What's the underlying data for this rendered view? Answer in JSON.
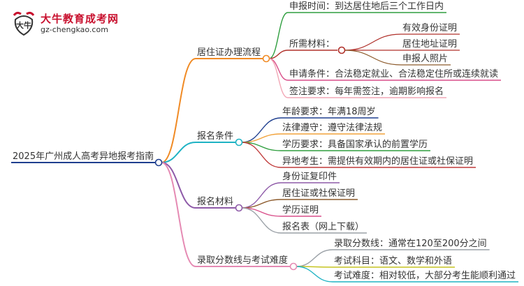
{
  "logo": {
    "title": "大牛教育成考网",
    "url": "gz-chengkao.com",
    "mark_text": "大牛",
    "brand_color": "#c8102e"
  },
  "root": {
    "label": "2025年广州成人高考异地报考指南",
    "color": "#1f3f8f"
  },
  "branches": [
    {
      "label": "居住证办理流程",
      "color": "#f08a24",
      "children": [
        {
          "label": "申报时间：到达居住地后三个工作日内",
          "color": "#2e9e3e"
        },
        {
          "label": "所需材料：",
          "color": "#b0302a",
          "children": [
            {
              "label": "有效身份证明",
              "color": "#b0302a"
            },
            {
              "label": "居住地址证明",
              "color": "#b0302a"
            },
            {
              "label": "申报人照片",
              "color": "#8c5a2b"
            }
          ]
        },
        {
          "label": "申请条件：合法稳定就业、合法稳定住所或连续就读",
          "color": "#d94f8a"
        },
        {
          "label": "签注要求：每年需签注，逾期影响报名",
          "color": "#f2a7b5"
        }
      ]
    },
    {
      "label": "报名条件",
      "color": "#1fb3c4",
      "children": [
        {
          "label": "年龄要求：年满18周岁",
          "color": "#1f3f8f"
        },
        {
          "label": "法律遵守：遵守法律法规",
          "color": "#f2a23a"
        },
        {
          "label": "学历要求：具备国家承认的前置学历",
          "color": "#2e9e3e"
        },
        {
          "label": "异地考生：需提供有效期内的居住证或社保证明",
          "color": "#c03a3a"
        }
      ]
    },
    {
      "label": "报名材料",
      "color": "#8e5aa8",
      "children": [
        {
          "label": "身份证复印件",
          "color": "#8e5aa8"
        },
        {
          "label": "居住证或社保证明",
          "color": "#8c5a2b"
        },
        {
          "label": "学历证明",
          "color": "#d94f8a"
        },
        {
          "label": "报名表（网上下载）",
          "color": "#9aa0a6"
        }
      ]
    },
    {
      "label": "录取分数线与考试难度",
      "color": "#e58ab3",
      "children": [
        {
          "label": "录取分数线：通常在120至200分之间",
          "color": "#9aa0a6"
        },
        {
          "label": "考试科目：语文、数学和外语",
          "color": "#c6c420"
        },
        {
          "label": "考试难度：相对较低，大部分考生能顺利通过",
          "color": "#1fb3c4"
        }
      ]
    }
  ]
}
